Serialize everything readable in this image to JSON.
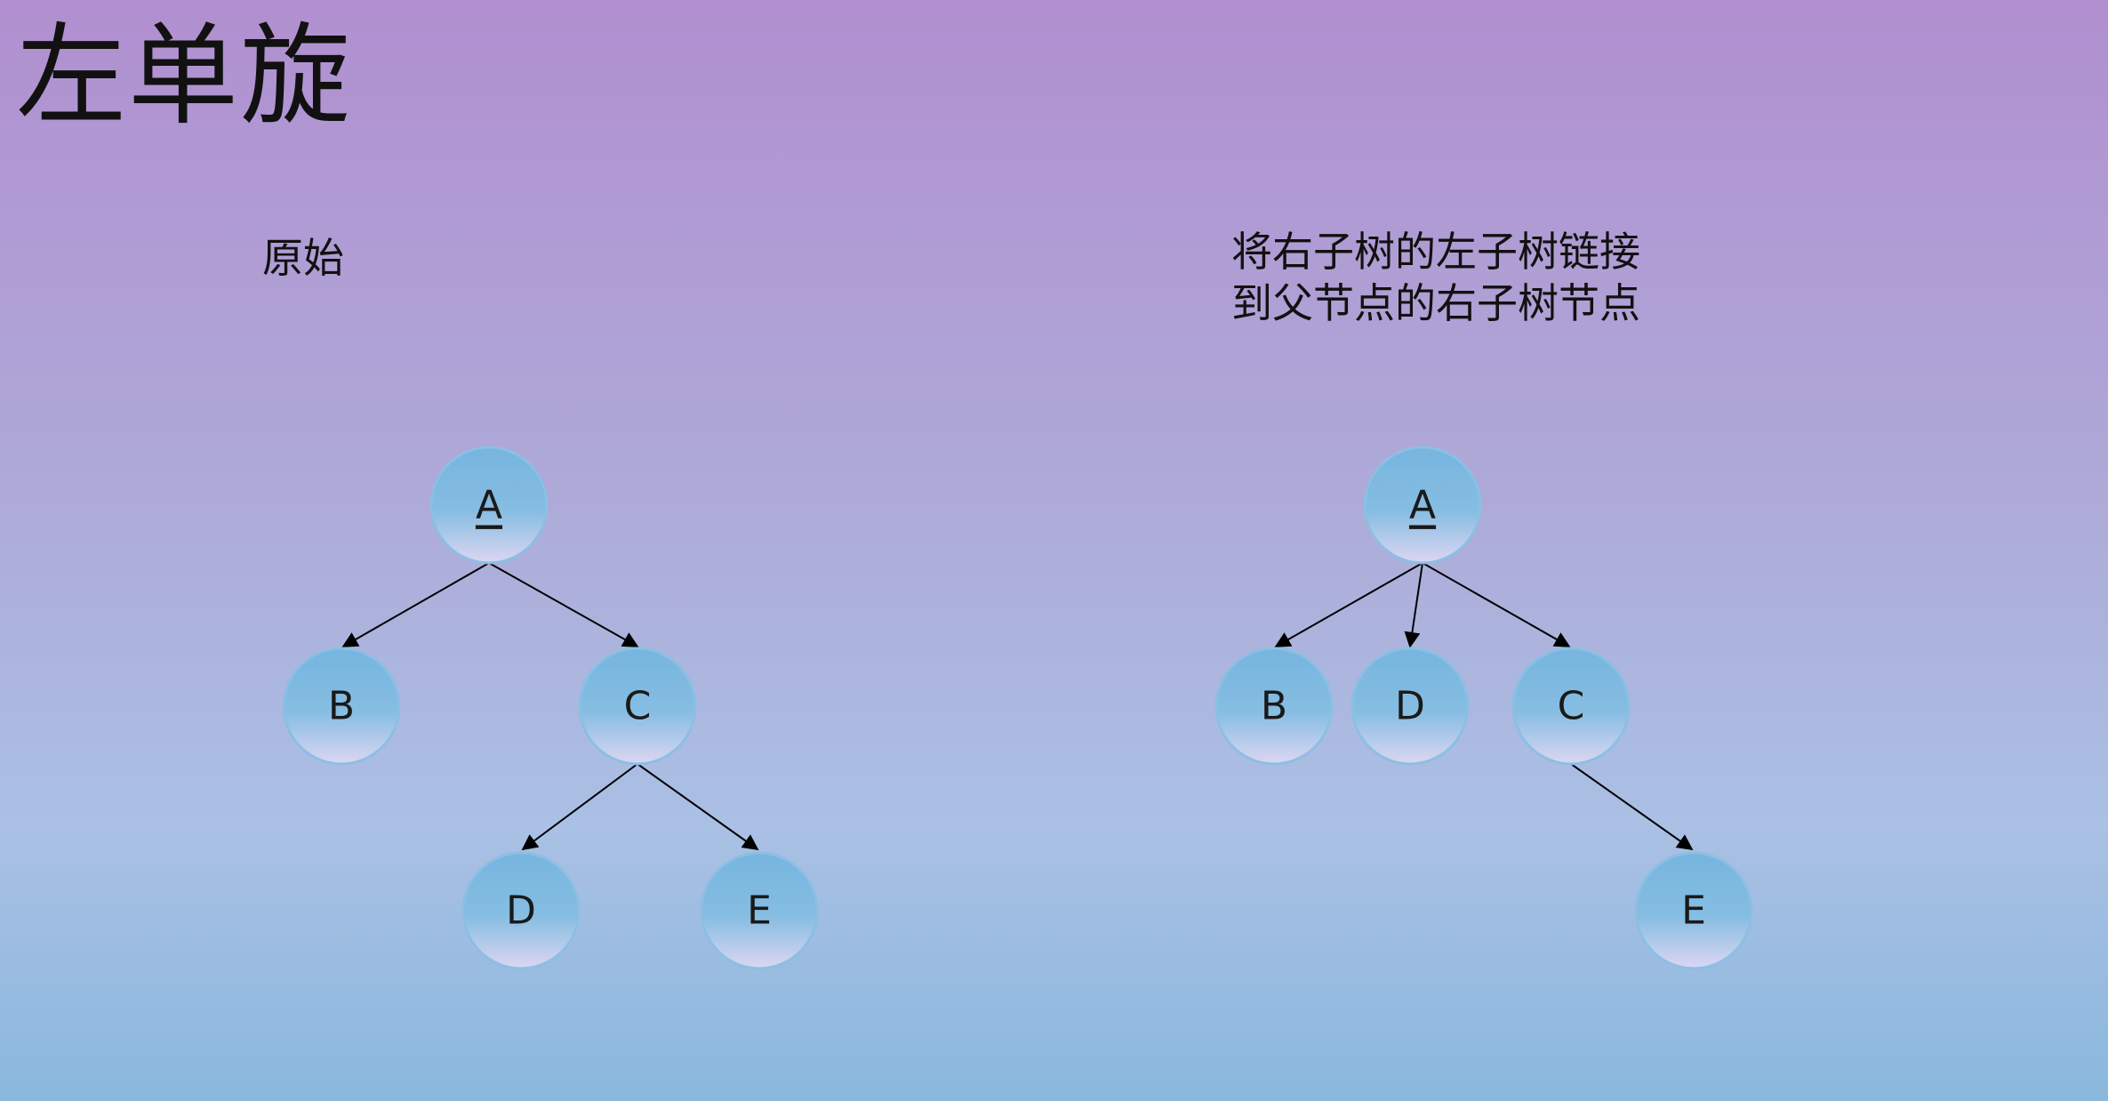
{
  "title": "左单旋",
  "left_tree": {
    "caption": "原始",
    "nodes": {
      "A": "A",
      "B": "B",
      "C": "C",
      "D": "D",
      "E": "E"
    }
  },
  "right_tree": {
    "caption_line1": "将右子树的左子树链接",
    "caption_line2": "到父节点的右子树节点",
    "nodes": {
      "A": "A",
      "B": "B",
      "D": "D",
      "C": "C",
      "E": "E"
    }
  },
  "colors": {
    "node_top": "#7ab8e0",
    "node_bottom": "#d4d4f0",
    "node_border": "#8cbfe3",
    "edge": "#000000"
  }
}
